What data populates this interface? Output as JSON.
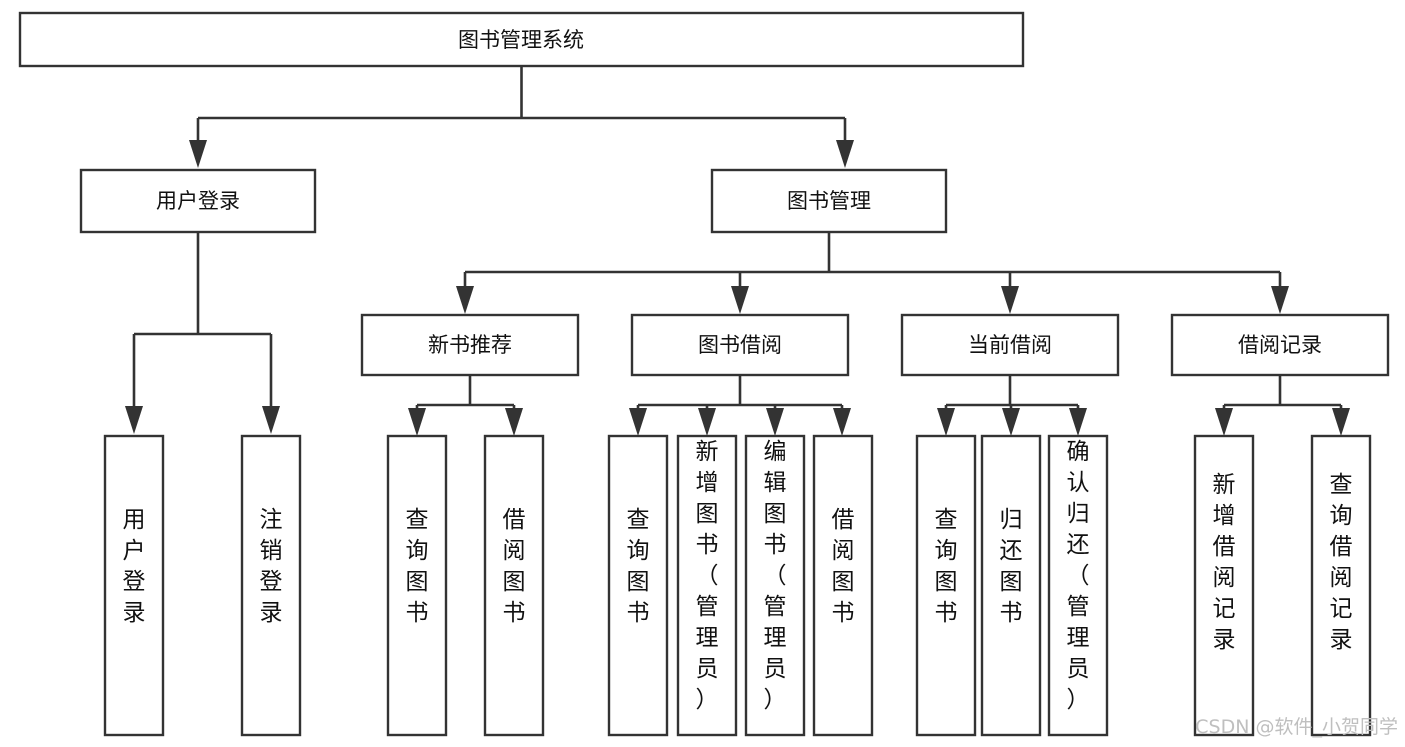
{
  "diagram": {
    "title": "图书管理系统",
    "type": "tree-hierarchy",
    "root": {
      "id": "root",
      "label": "图书管理系统",
      "orientation": "horizontal"
    },
    "level2": [
      {
        "id": "user-login",
        "label": "用户登录",
        "orientation": "horizontal"
      },
      {
        "id": "book-management",
        "label": "图书管理",
        "orientation": "horizontal"
      }
    ],
    "level3": [
      {
        "id": "new-book-recommend",
        "label": "新书推荐",
        "orientation": "horizontal"
      },
      {
        "id": "book-borrow",
        "label": "图书借阅",
        "orientation": "horizontal"
      },
      {
        "id": "current-borrow",
        "label": "当前借阅",
        "orientation": "horizontal"
      },
      {
        "id": "borrow-record",
        "label": "借阅记录",
        "orientation": "horizontal"
      }
    ],
    "leaves": {
      "user_login": [
        {
          "id": "leaf-user-login",
          "label": "用户登录",
          "orientation": "vertical"
        },
        {
          "id": "leaf-logout",
          "label": "注销登录",
          "orientation": "vertical"
        }
      ],
      "new_book_recommend": [
        {
          "id": "leaf-query-book-1",
          "label": "查询图书",
          "orientation": "vertical"
        },
        {
          "id": "leaf-borrow-book-1",
          "label": "借阅图书",
          "orientation": "vertical"
        }
      ],
      "book_borrow": [
        {
          "id": "leaf-query-book-2",
          "label": "查询图书",
          "orientation": "vertical"
        },
        {
          "id": "leaf-add-book",
          "label": "新增图书（管理员）",
          "orientation": "vertical"
        },
        {
          "id": "leaf-edit-book",
          "label": "编辑图书（管理员）",
          "orientation": "vertical"
        },
        {
          "id": "leaf-borrow-book-2",
          "label": "借阅图书",
          "orientation": "vertical"
        }
      ],
      "current_borrow": [
        {
          "id": "leaf-query-book-3",
          "label": "查询图书",
          "orientation": "vertical"
        },
        {
          "id": "leaf-return-book",
          "label": "归还图书",
          "orientation": "vertical"
        },
        {
          "id": "leaf-confirm-return",
          "label": "确认归还（管理员）",
          "orientation": "vertical"
        }
      ],
      "borrow_record": [
        {
          "id": "leaf-add-borrow-record",
          "label": "新增借阅记录",
          "orientation": "vertical"
        },
        {
          "id": "leaf-query-borrow-record",
          "label": "查询借阅记录",
          "orientation": "vertical"
        }
      ]
    },
    "colors": {
      "box_stroke": "#333333",
      "box_fill": "#ffffff",
      "connector": "#333333",
      "text": "#111111",
      "watermark": "#bfbfbf",
      "background": "#ffffff"
    }
  },
  "watermark": {
    "text": "CSDN @软件_小贺同学"
  }
}
